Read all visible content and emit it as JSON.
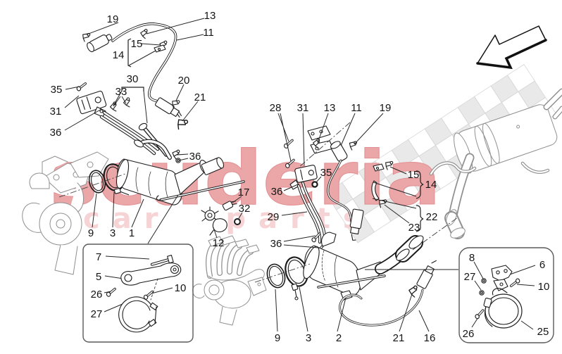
{
  "watermark": {
    "title": "scuderia",
    "subtitle": "car parts"
  },
  "colors": {
    "watermark_primary": "#eba6a8",
    "watermark_secondary": "#f6d3d4",
    "line_art": "#1c1c1c",
    "faint_parts": "#909090",
    "checker_grey": "#e4e4e4"
  },
  "callouts": [
    "19",
    "13",
    "11",
    "15",
    "14",
    "35",
    "31",
    "36",
    "30",
    "33",
    "20",
    "21",
    "36",
    "17",
    "32",
    "12",
    "9",
    "3",
    "1",
    "28",
    "31",
    "13",
    "11",
    "19",
    "35",
    "36",
    "29",
    "36",
    "15",
    "14",
    "22",
    "23",
    "9",
    "3",
    "2",
    "21",
    "16",
    "7",
    "5",
    "26",
    "27",
    "10",
    "8",
    "6",
    "27",
    "10",
    "26",
    "25"
  ]
}
